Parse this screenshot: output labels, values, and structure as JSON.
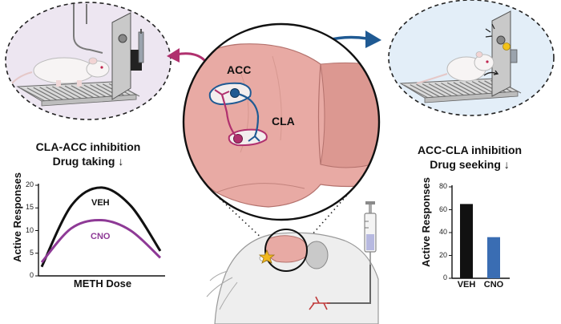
{
  "left_panel": {
    "title": "CLA-ACC inhibition",
    "subtitle": "Drug taking ↓"
  },
  "right_panel": {
    "title": "ACC-CLA inhibition",
    "subtitle": "Drug seeking ↓"
  },
  "brain_labels": {
    "acc": "ACC",
    "cla": "CLA"
  },
  "colors": {
    "cla_pathway": "#b0306e",
    "acc_pathway": "#1f5a93",
    "veh": "#111111",
    "cno_line": "#8e3a96",
    "cno_bar": "#3a6db3",
    "left_bubble": "#ede6f1",
    "right_bubble": "#e3eef8",
    "brain": "#e8aaa4"
  },
  "chart_data": [
    {
      "type": "line",
      "xlabel": "METH Dose",
      "ylabel": "Active Responses",
      "ylim": [
        0,
        20
      ],
      "yticks": [
        "0",
        "5",
        "10",
        "15",
        "20"
      ],
      "series": [
        {
          "name": "VEH",
          "x": [
            0,
            0.25,
            0.5,
            0.75,
            1
          ],
          "values": [
            2.0,
            15.5,
            19.5,
            15.5,
            5.5
          ]
        },
        {
          "name": "CNO",
          "x": [
            0,
            0.25,
            0.5,
            0.75,
            1
          ],
          "values": [
            3.0,
            10.5,
            12.3,
            10.0,
            4.0
          ]
        }
      ]
    },
    {
      "type": "bar",
      "ylabel": "Active Responses",
      "categories": [
        "VEH",
        "CNO"
      ],
      "values": [
        65,
        36
      ],
      "ylim": [
        0,
        80
      ],
      "yticks": [
        "0",
        "20",
        "40",
        "60",
        "80"
      ]
    }
  ]
}
